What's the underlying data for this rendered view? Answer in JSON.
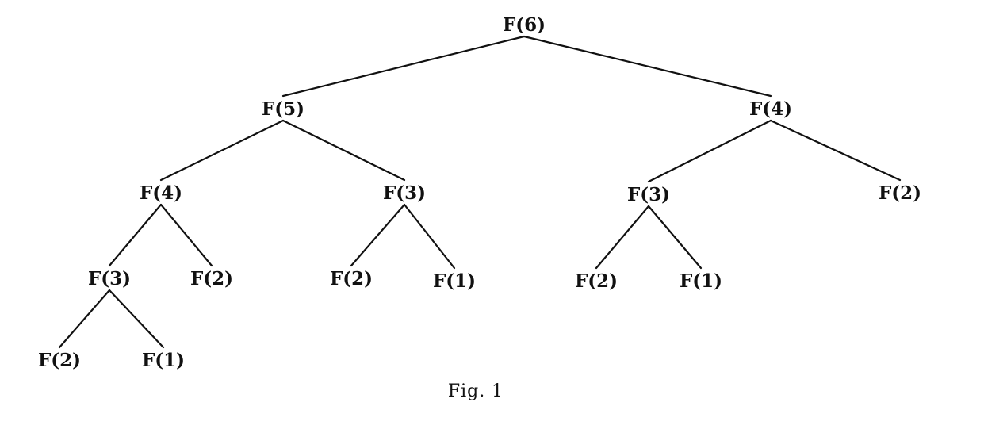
{
  "diagram": {
    "nodes": [
      {
        "id": "n1",
        "label": "F(6)"
      },
      {
        "id": "n2",
        "label": "F(5)"
      },
      {
        "id": "n3",
        "label": "F(4)"
      },
      {
        "id": "n4",
        "label": "F(4)"
      },
      {
        "id": "n5",
        "label": "F(3)"
      },
      {
        "id": "n6",
        "label": "F(3)"
      },
      {
        "id": "n7",
        "label": "F(2)"
      },
      {
        "id": "n8",
        "label": "F(3)"
      },
      {
        "id": "n9",
        "label": "F(2)"
      },
      {
        "id": "n10",
        "label": "F(2)"
      },
      {
        "id": "n11",
        "label": "F(1)"
      },
      {
        "id": "n12",
        "label": "F(2)"
      },
      {
        "id": "n13",
        "label": "F(1)"
      },
      {
        "id": "n14",
        "label": "F(2)"
      },
      {
        "id": "n15",
        "label": "F(1)"
      }
    ],
    "edges": [
      [
        "n1",
        "n2"
      ],
      [
        "n1",
        "n3"
      ],
      [
        "n2",
        "n4"
      ],
      [
        "n2",
        "n5"
      ],
      [
        "n3",
        "n6"
      ],
      [
        "n3",
        "n7"
      ],
      [
        "n4",
        "n8"
      ],
      [
        "n4",
        "n9"
      ],
      [
        "n5",
        "n10"
      ],
      [
        "n5",
        "n11"
      ],
      [
        "n6",
        "n12"
      ],
      [
        "n6",
        "n13"
      ],
      [
        "n8",
        "n14"
      ],
      [
        "n8",
        "n15"
      ]
    ],
    "caption": "Fig. 1"
  }
}
